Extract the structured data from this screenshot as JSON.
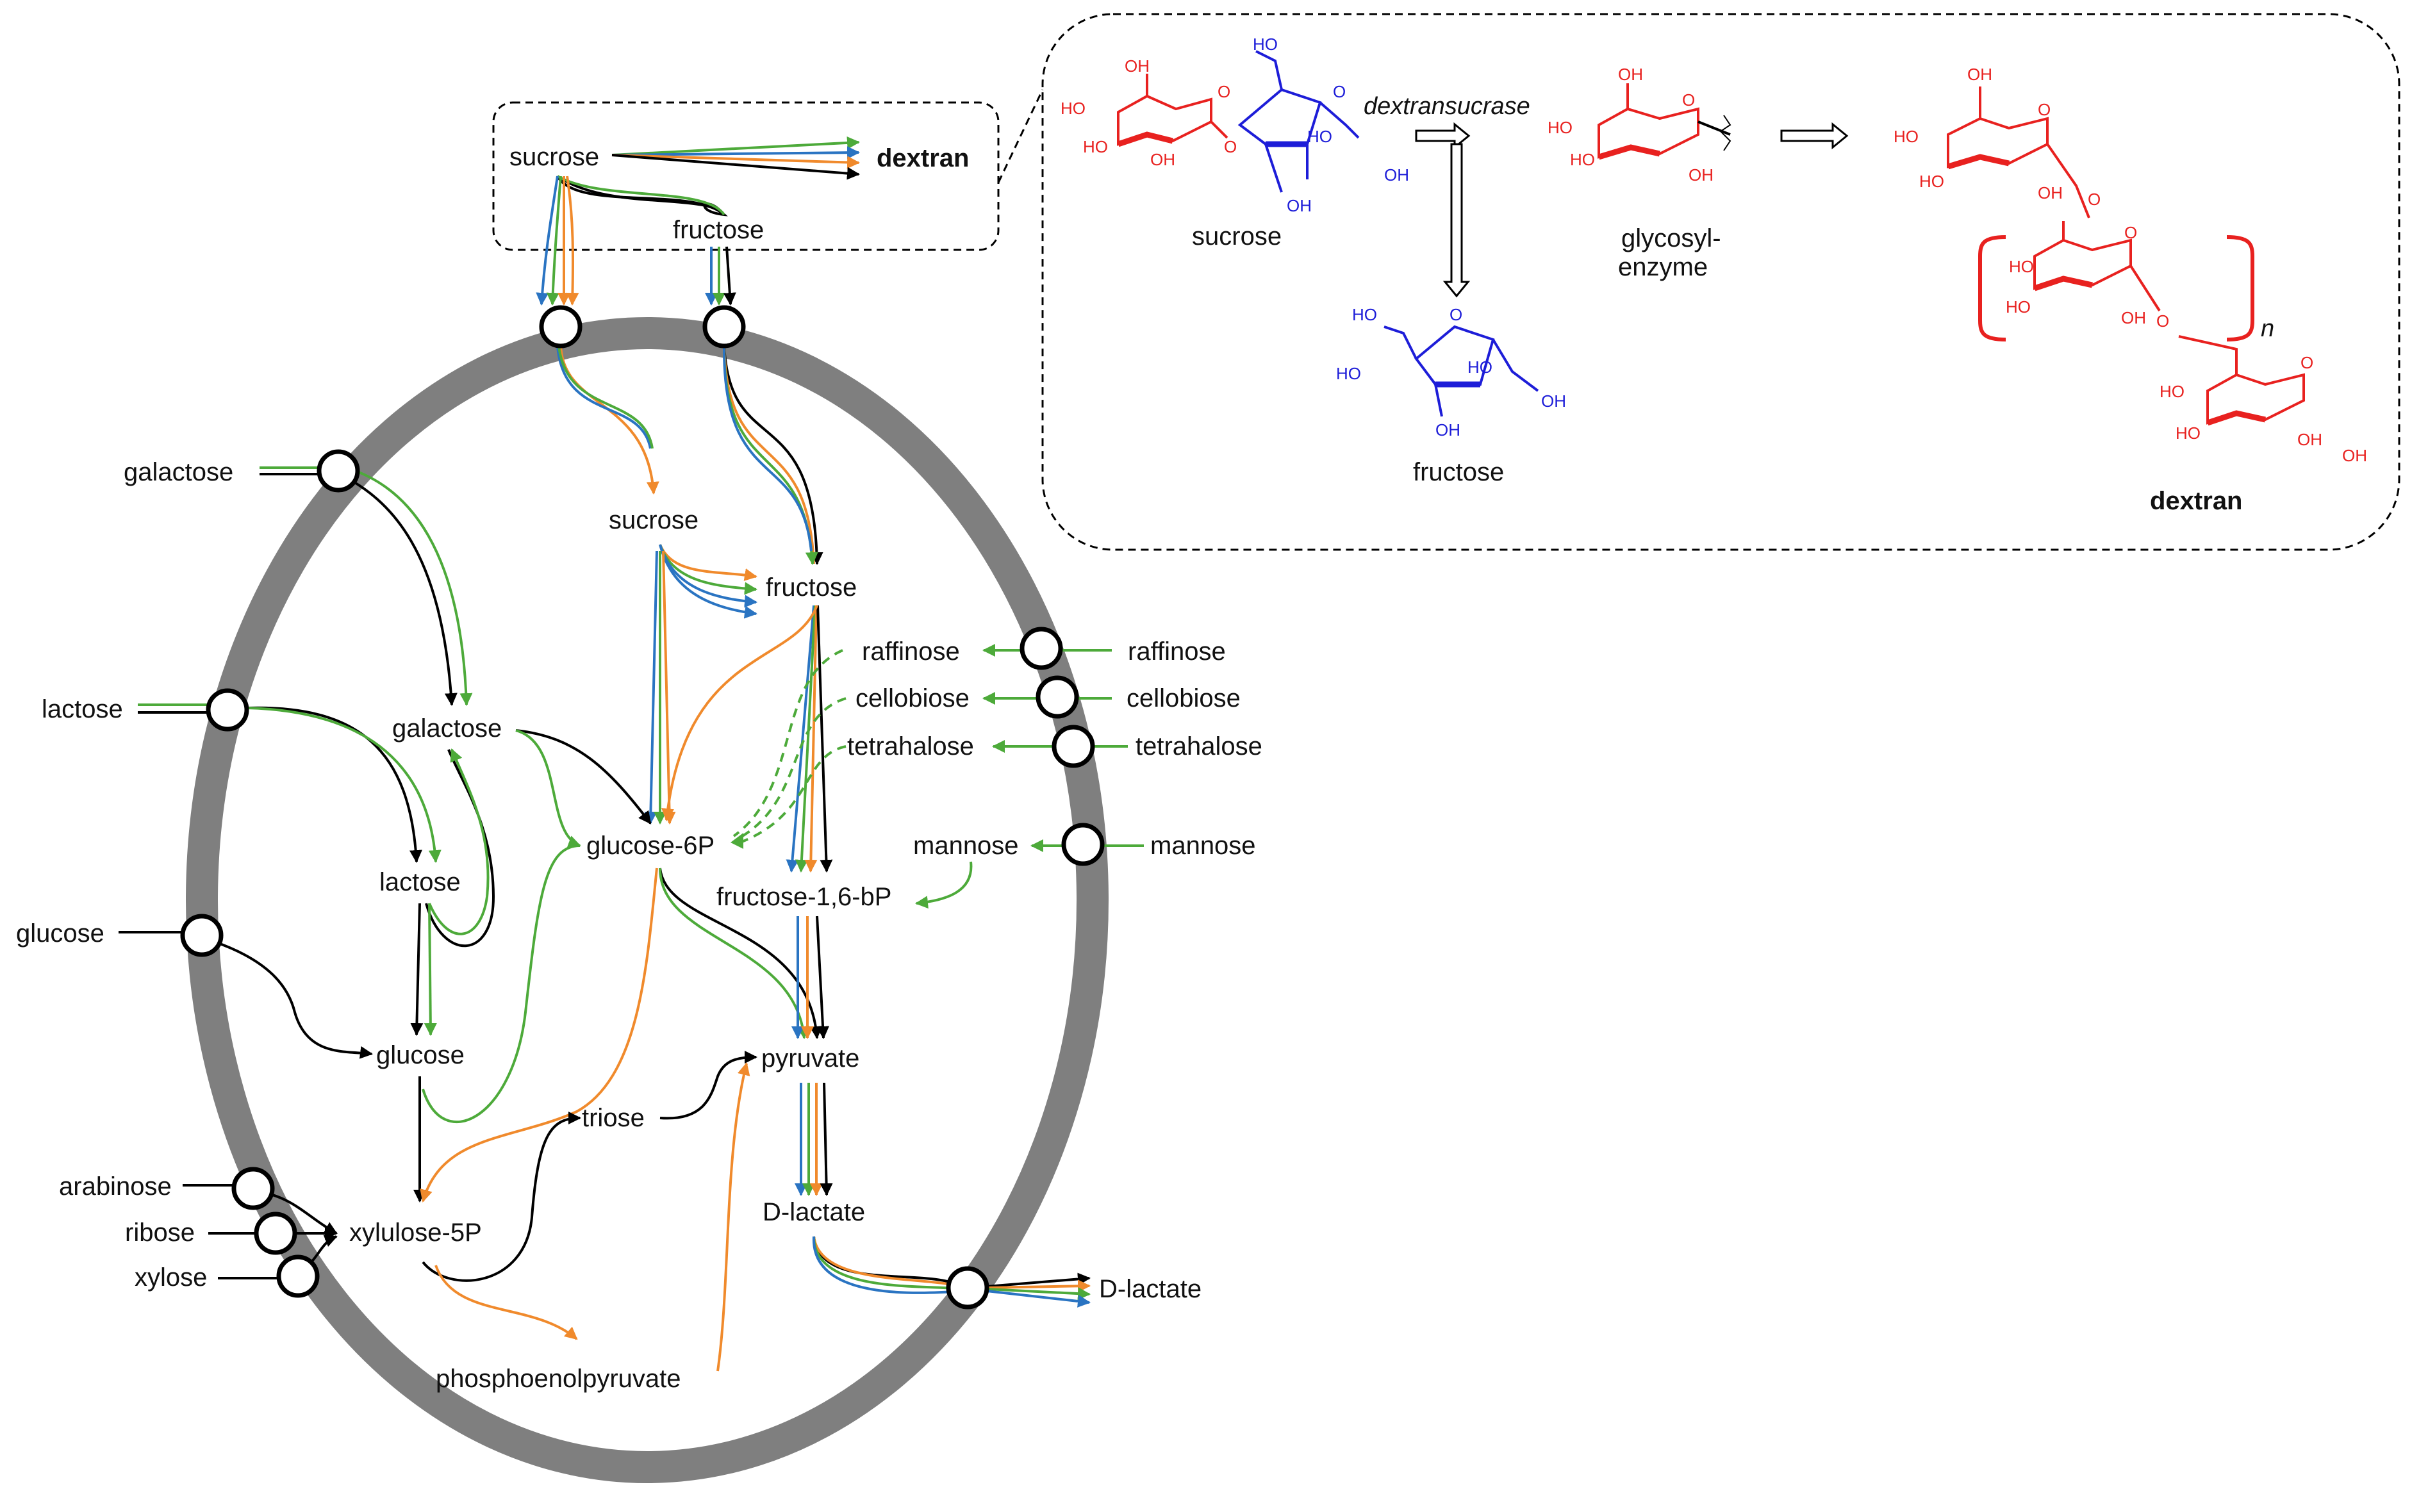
{
  "colors": {
    "black": "#000000",
    "green": "#4daa3a",
    "blue": "#2a74c2",
    "orange": "#f08a2c",
    "membrane": "#7f7f7f",
    "red": "#e8211f",
    "chem_blue": "#1d1dd8"
  },
  "outside": {
    "sucrose": "sucrose",
    "dextran": "dextran",
    "fructose": "fructose",
    "galactose": "galactose",
    "lactose": "lactose",
    "glucose": "glucose",
    "arabinose": "arabinose",
    "ribose": "ribose",
    "xylose": "xylose",
    "raffinose": "raffinose",
    "cellobiose": "cellobiose",
    "tetrahalose": "tetrahalose",
    "mannose": "mannose",
    "d_lactate": "D-lactate"
  },
  "inside": {
    "sucrose": "sucrose",
    "fructose": "fructose",
    "galactose": "galactose",
    "lactose": "lactose",
    "glucose": "glucose",
    "glucose_6p": "glucose-6P",
    "fructose_16bp": "fructose-1,6-bP",
    "raffinose": "raffinose",
    "cellobiose": "cellobiose",
    "tetrahalose": "tetrahalose",
    "mannose": "mannose",
    "pyruvate": "pyruvate",
    "triose": "triose",
    "xylulose_5p": "xylulose-5P",
    "phosphoenolpyruvate": "phosphoenolpyruvate",
    "d_lactate": "D-lactate"
  },
  "inset": {
    "enzyme": "dextransucrase",
    "sucrose": "sucrose",
    "glycosyl_line1": "glycosyl-",
    "glycosyl_line2": "enzyme",
    "fructose": "fructose",
    "dextran": "dextran",
    "repeat_index": "n",
    "oh": "OH",
    "ho": "HO",
    "ring_o": "O"
  }
}
